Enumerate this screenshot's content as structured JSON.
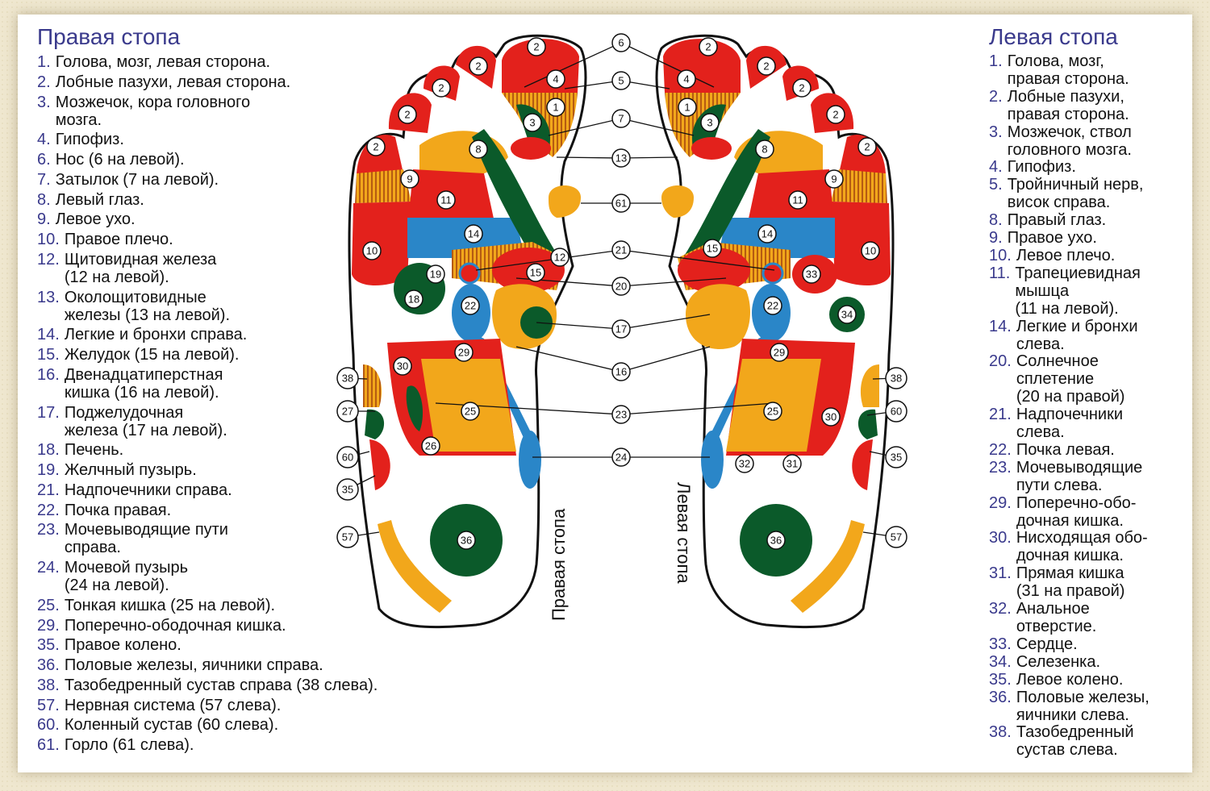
{
  "right_foot_legend": {
    "title": "Правая стопа",
    "items": [
      {
        "num": "1.",
        "text": "Голова, мозг, левая сторона."
      },
      {
        "num": "2.",
        "text": "Лобные пазухи, левая сторона."
      },
      {
        "num": "3.",
        "text": "Мозжечок, кора головного\nмозга."
      },
      {
        "num": "4.",
        "text": "Гипофиз."
      },
      {
        "num": "6.",
        "text": "Нос (6 на левой)."
      },
      {
        "num": "7.",
        "text": "Затылок (7 на левой)."
      },
      {
        "num": "8.",
        "text": "Левый глаз."
      },
      {
        "num": "9.",
        "text": "Левое ухо."
      },
      {
        "num": "10.",
        "text": "Правое плечо."
      },
      {
        "num": "12.",
        "text": "Щитовидная железа\n (12 на левой)."
      },
      {
        "num": "13.",
        "text": "Околощитовидные\nжелезы (13 на левой)."
      },
      {
        "num": "14.",
        "text": "Легкие и бронхи справа."
      },
      {
        "num": "15.",
        "text": "Желудок (15 на левой)."
      },
      {
        "num": "16.",
        "text": "Двенадцатиперстная\n кишка (16 на левой)."
      },
      {
        "num": "17.",
        "text": "Поджелудочная\n железа (17 на левой)."
      },
      {
        "num": "18.",
        "text": "Печень."
      },
      {
        "num": "19.",
        "text": "Желчный пузырь."
      },
      {
        "num": "21.",
        "text": "Надпочечники справа."
      },
      {
        "num": "22.",
        "text": "Почка правая."
      },
      {
        "num": "23.",
        "text": "Мочевыводящие пути\nсправа."
      },
      {
        "num": "24.",
        "text": "Мочевой пузырь\n (24 на левой)."
      },
      {
        "num": "25.",
        "text": "Тонкая кишка (25 на левой)."
      },
      {
        "num": "29.",
        "text": "Поперечно-ободочная кишка."
      },
      {
        "num": "35.",
        "text": "Правое колено."
      },
      {
        "num": "36.",
        "text": "Половые железы, яичники справа."
      },
      {
        "num": "38.",
        "text": "Тазобедренный сустав справа (38 слева)."
      },
      {
        "num": "57.",
        "text": "Нервная система (57 слева)."
      },
      {
        "num": "60.",
        "text": "Коленный сустав (60 слева)."
      },
      {
        "num": "61.",
        "text": "Горло (61 слева)."
      }
    ]
  },
  "left_foot_legend": {
    "title": "Левая стопа",
    "items": [
      {
        "num": "1.",
        "text": "Голова, мозг,\nправая сторона."
      },
      {
        "num": "2.",
        "text": "Лобные пазухи,\nправая сторона."
      },
      {
        "num": "3.",
        "text": "Мозжечок, ствол\nголовного мозга."
      },
      {
        "num": "4.",
        "text": "Гипофиз."
      },
      {
        "num": "5.",
        "text": "Тройничный нерв,\nвисок справа."
      },
      {
        "num": "8.",
        "text": "Правый глаз."
      },
      {
        "num": "9.",
        "text": "Правое ухо."
      },
      {
        "num": "10.",
        "text": "Левое плечо."
      },
      {
        "num": "11.",
        "text": "Трапециевидная\nмышца\n (11 на левой)."
      },
      {
        "num": "14.",
        "text": "Легкие и бронхи\nслева."
      },
      {
        "num": "20.",
        "text": "Солнечное\nсплетение\n (20 на правой)"
      },
      {
        "num": "21.",
        "text": "Надпочечники\nслева."
      },
      {
        "num": "22.",
        "text": "Почка левая."
      },
      {
        "num": "23.",
        "text": "Мочевыводящие\nпути слева."
      },
      {
        "num": "29.",
        "text": "Поперечно-обо-\nдочная кишка."
      },
      {
        "num": "30.",
        "text": "Нисходящая обо-\nдочная кишка."
      },
      {
        "num": "31.",
        "text": "Прямая кишка\n (31 на правой)"
      },
      {
        "num": "32.",
        "text": "Анальное\nотверстие."
      },
      {
        "num": "33.",
        "text": "Сердце."
      },
      {
        "num": "34.",
        "text": "Селезенка."
      },
      {
        "num": "35.",
        "text": "Левое колено."
      },
      {
        "num": "36.",
        "text": "Половые железы,\nяичники слева."
      },
      {
        "num": "38.",
        "text": "Тазобедренный\nсустав слева."
      }
    ]
  },
  "diagram": {
    "right_foot_label": "Правая стопа",
    "left_foot_label": "Левая стопа",
    "center_markers": [
      "6",
      "5",
      "7",
      "13",
      "61",
      "21",
      "20",
      "17",
      "16",
      "23",
      "24"
    ],
    "colors": {
      "red": "#e3211c",
      "orange": "#f2a71b",
      "dark_green": "#0b5a2a",
      "blue": "#2a86c8",
      "hatched": "#c9691a",
      "title_blue": "#3a3a8c"
    }
  }
}
